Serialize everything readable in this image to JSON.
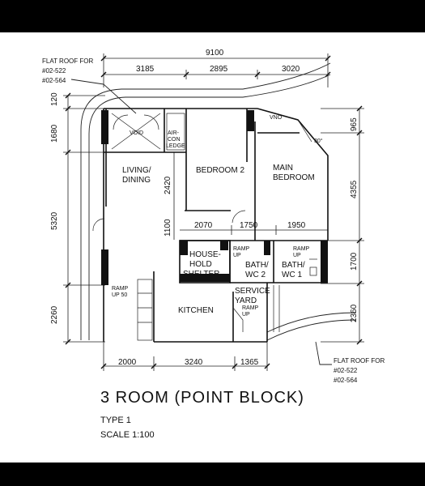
{
  "plan": {
    "dims_top": {
      "overall": "9100",
      "seg1": "3185",
      "seg2": "2895",
      "seg3": "3020"
    },
    "dims_left": {
      "d1": "120",
      "d2": "1680",
      "d3": "5320",
      "d4": "2260"
    },
    "dims_right": {
      "d1": "965",
      "d2": "4355",
      "d3": "1700",
      "d4": "2360"
    },
    "dims_bottom": {
      "seg1": "2000",
      "seg2": "3240",
      "seg3": "1365"
    },
    "dims_inner": {
      "h2420": "2420",
      "h1100": "1100",
      "w2070": "2070",
      "w1750": "1750",
      "w1950": "1950"
    },
    "angle": "30°",
    "rooms": {
      "void": "VOID",
      "aircon_1": "AIR-",
      "aircon_2": "CON",
      "aircon_3": "LEDGE",
      "living_1": "LIVING/",
      "living_2": "DINING",
      "bedroom2": "BEDROOM 2",
      "main_1": "MAIN",
      "main_2": "BEDROOM",
      "shelter_1": "HOUSE-",
      "shelter_2": "HOLD",
      "shelter_3": "SHELTER",
      "bath2_1": "BATH/",
      "bath2_2": "WC 2",
      "bath1_1": "BATH/",
      "bath1_2": "WC 1",
      "service_1": "SERVICE",
      "service_2": "YARD",
      "kitchen": "KITCHEN",
      "ramp_up": "RAMP",
      "ramp_up2": "UP",
      "ramp_up50": "UP 50",
      "vno": "VNO"
    },
    "notes": {
      "roof_tl_1": "FLAT ROOF FOR",
      "roof_tl_2": "#02-522",
      "roof_tl_3": "#02-564",
      "roof_br_1": "FLAT ROOF FOR",
      "roof_br_2": "#02-522",
      "roof_br_3": "#02-564"
    }
  },
  "title_block": {
    "title": "3 ROOM (POINT BLOCK)",
    "type": "TYPE 1",
    "scale": "SCALE 1:100"
  }
}
